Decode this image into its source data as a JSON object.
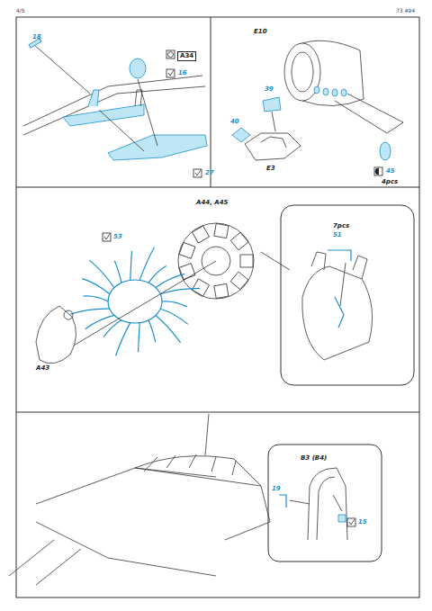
{
  "diagram": {
    "labels": [
      "4/5",
      "73 494",
      "18",
      "A34",
      "16",
      "27",
      "E10",
      "39",
      "40",
      "E3",
      "45",
      "4pcs",
      "A44, A45",
      "53",
      "7pcs",
      "51",
      "A43",
      "B3 (B4)",
      "19",
      "15"
    ]
  }
}
